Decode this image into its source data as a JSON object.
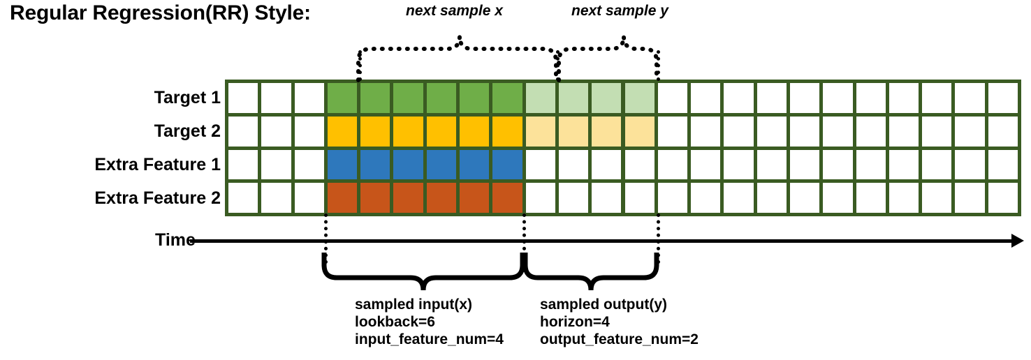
{
  "title": "Regular Regression(RR) Style:",
  "time_axis": {
    "label": "Time"
  },
  "rows": [
    {
      "label": "Target 1",
      "kind": "target",
      "dark_color": "#6FAE48",
      "light_color": "#C3DEB3"
    },
    {
      "label": "Target 2",
      "kind": "target",
      "dark_color": "#FFC000",
      "light_color": "#FCE29A"
    },
    {
      "label": "Extra Feature 1",
      "kind": "feature",
      "dark_color": "#2E78BC",
      "light_color": ""
    },
    {
      "label": "Extra Feature 2",
      "kind": "feature",
      "dark_color": "#C7551A",
      "light_color": ""
    }
  ],
  "grid": {
    "total_columns": 24,
    "leading_empty_columns": 3,
    "input_columns": 6,
    "output_columns": 4,
    "trailing_empty_columns": 11,
    "border_color": "#3A5B22",
    "empty_cell_color": "#FFFFFF"
  },
  "top_annotations": [
    {
      "label": "next sample x"
    },
    {
      "label": "next sample y"
    }
  ],
  "bottom_annotations": [
    {
      "title": "sampled input(x)",
      "line2": "lookback=6",
      "line3": "input_feature_num=4"
    },
    {
      "title": "sampled output(y)",
      "line2": "horizon=4",
      "line3": "output_feature_num=2"
    }
  ]
}
